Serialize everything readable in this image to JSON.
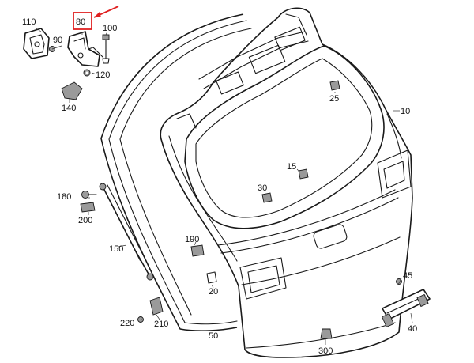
{
  "parts": [
    {
      "id": "p80",
      "label": "80"
    },
    {
      "id": "p100",
      "label": "100"
    },
    {
      "id": "p110",
      "label": "110"
    },
    {
      "id": "p90",
      "label": "90"
    },
    {
      "id": "p120",
      "label": "120"
    },
    {
      "id": "p140",
      "label": "140"
    },
    {
      "id": "p25",
      "label": "25"
    },
    {
      "id": "p10",
      "label": "10"
    },
    {
      "id": "p15",
      "label": "15"
    },
    {
      "id": "p30",
      "label": "30"
    },
    {
      "id": "p180",
      "label": "180"
    },
    {
      "id": "p200",
      "label": "200"
    },
    {
      "id": "p150",
      "label": "150"
    },
    {
      "id": "p190",
      "label": "190"
    },
    {
      "id": "p20",
      "label": "20"
    },
    {
      "id": "p45",
      "label": "45"
    },
    {
      "id": "p40",
      "label": "40"
    },
    {
      "id": "p220",
      "label": "220"
    },
    {
      "id": "p210",
      "label": "210"
    },
    {
      "id": "p50",
      "label": "50"
    },
    {
      "id": "p300",
      "label": "300"
    }
  ],
  "highlight": {
    "part": "80",
    "color": "#e02020"
  }
}
